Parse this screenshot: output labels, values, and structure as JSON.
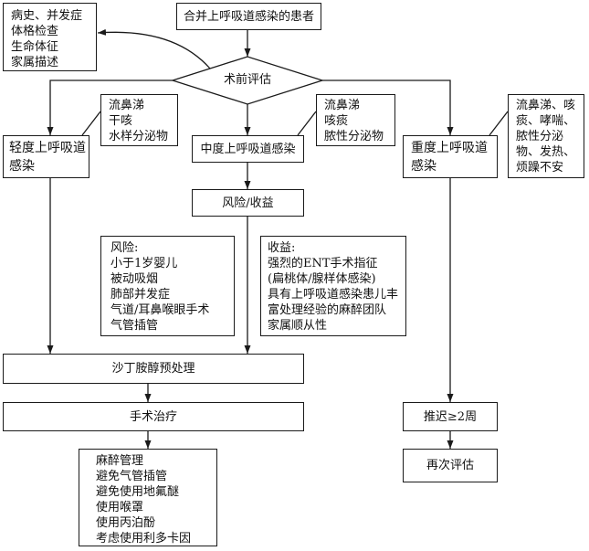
{
  "nodes": {
    "patient": "合并上呼吸道感染的患者",
    "history": [
      "病史、并发症",
      "体格检查",
      "生命体征",
      "家属描述"
    ],
    "assessment": "术前评估",
    "mild": [
      "轻度上呼吸道",
      "感染"
    ],
    "mild_symptoms": [
      "流鼻涕",
      "干咳",
      "水样分泌物"
    ],
    "moderate": "中度上呼吸道感染",
    "moderate_symptoms": [
      "流鼻涕",
      "咳痰",
      "脓性分泌物"
    ],
    "severe": [
      "重度上呼吸道",
      "感染"
    ],
    "severe_symptoms": [
      "流鼻涕、咳",
      "痰、哮喘、",
      "脓性分泌",
      "物、发热、",
      "烦躁不安"
    ],
    "risk_benefit": "风险/收益",
    "risks": {
      "title": "风险:",
      "items": [
        "小于1岁婴儿",
        "被动吸烟",
        "肺部并发症",
        "气道/耳鼻喉眼手术",
        "气管插管"
      ]
    },
    "benefits": {
      "title": "收益:",
      "items": [
        "强烈的ENT手术指征",
        "(扁桃体/腺样体感染)",
        "具有上呼吸道感染患儿丰",
        "富处理经验的麻醉团队",
        "家属顺从性"
      ]
    },
    "salbutamol": "沙丁胺醇预处理",
    "surgery": "手术治疗",
    "anesthesia": [
      "麻醉管理",
      "避免气管插管",
      "避免使用地氟醚",
      "使用喉罩",
      "使用丙泊酚",
      "考虑使用利多卡因"
    ],
    "delay": "推迟≥2周",
    "reassess": "再次评估"
  }
}
